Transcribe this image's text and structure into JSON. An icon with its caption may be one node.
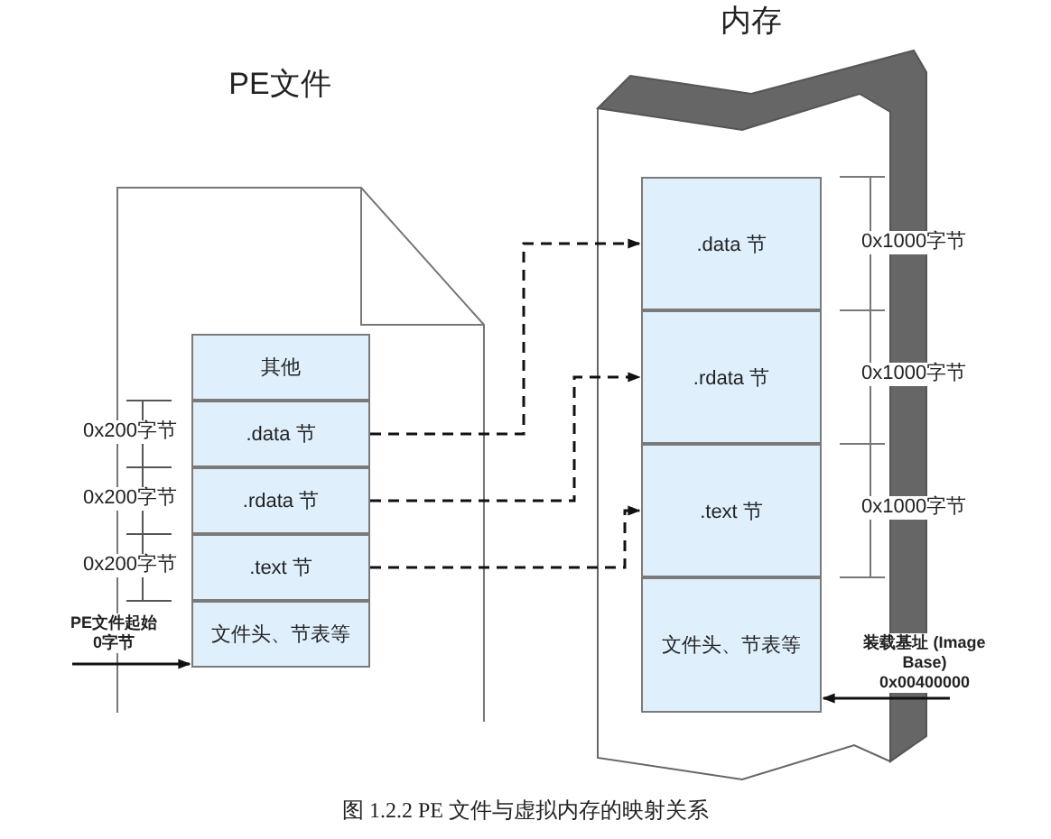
{
  "diagram": {
    "caption": "图 1.2.2 PE 文件与虚拟内存的映射关系",
    "nodes": [
      {
        "text": [
          "PE文件"
        ]
      },
      {
        "text": [
          "内存"
        ]
      },
      {
        "text": [
          "其他"
        ],
        "in": 0
      },
      {
        "text": [
          ".data 节"
        ],
        "in": 0
      },
      {
        "text": [
          ".rdata 节"
        ],
        "in": 0
      },
      {
        "text": [
          ".text 节"
        ],
        "in": 0
      },
      {
        "text": [
          "文件头、节表等"
        ],
        "in": 0
      },
      {
        "text": [
          ".data 节"
        ],
        "in": 1
      },
      {
        "text": [
          ".rdata 节"
        ],
        "in": 1
      },
      {
        "text": [
          ".text 节"
        ],
        "in": 1
      },
      {
        "text": [
          "文件头、节表等"
        ],
        "in": 1
      },
      {
        "text": [
          "PE文件起始0字节"
        ]
      },
      {
        "text": [
          "装载基址 (Image Base) 0x00400000"
        ]
      }
    ],
    "edges": [
      {
        "from": 3,
        "to": 7,
        "arrow": "to",
        "style": "dashed"
      },
      {
        "from": 4,
        "to": 8,
        "arrow": "to",
        "style": "dashed"
      },
      {
        "from": 5,
        "to": 9,
        "arrow": "to",
        "style": "dashed"
      },
      {
        "from": 11,
        "to": 6,
        "arrow": "to"
      },
      {
        "from": 12,
        "to": 10,
        "arrow": "to"
      }
    ],
    "labels": [
      "0x200字节",
      "0x200字节",
      "0x200字节",
      "0x1000字节",
      "0x1000字节",
      "0x1000字节"
    ]
  }
}
